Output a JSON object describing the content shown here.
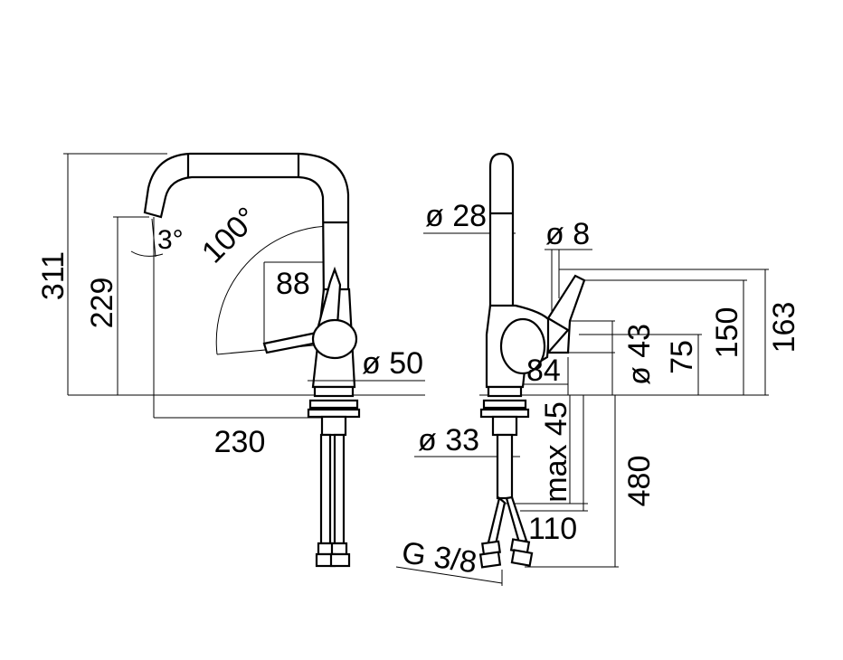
{
  "front_view": {
    "height_total": "311",
    "height_spout": "229",
    "angle_tilt": "3°",
    "angle_swivel": "100°",
    "lever_reach": "88",
    "body_diameter": "ø 50",
    "spout_reach": "230"
  },
  "side_view": {
    "spout_diameter": "ø 28",
    "lever_diameter": "ø 8",
    "base_diameter": "ø 43",
    "height_lever": "75",
    "height_150": "150",
    "height_163": "163",
    "depth_84": "84",
    "max_thickness_value": "45",
    "max_thickness_prefix": "max",
    "shank_diameter": "ø 33",
    "hose_length": "480",
    "hose_spread": "110",
    "thread": "G 3/8"
  }
}
